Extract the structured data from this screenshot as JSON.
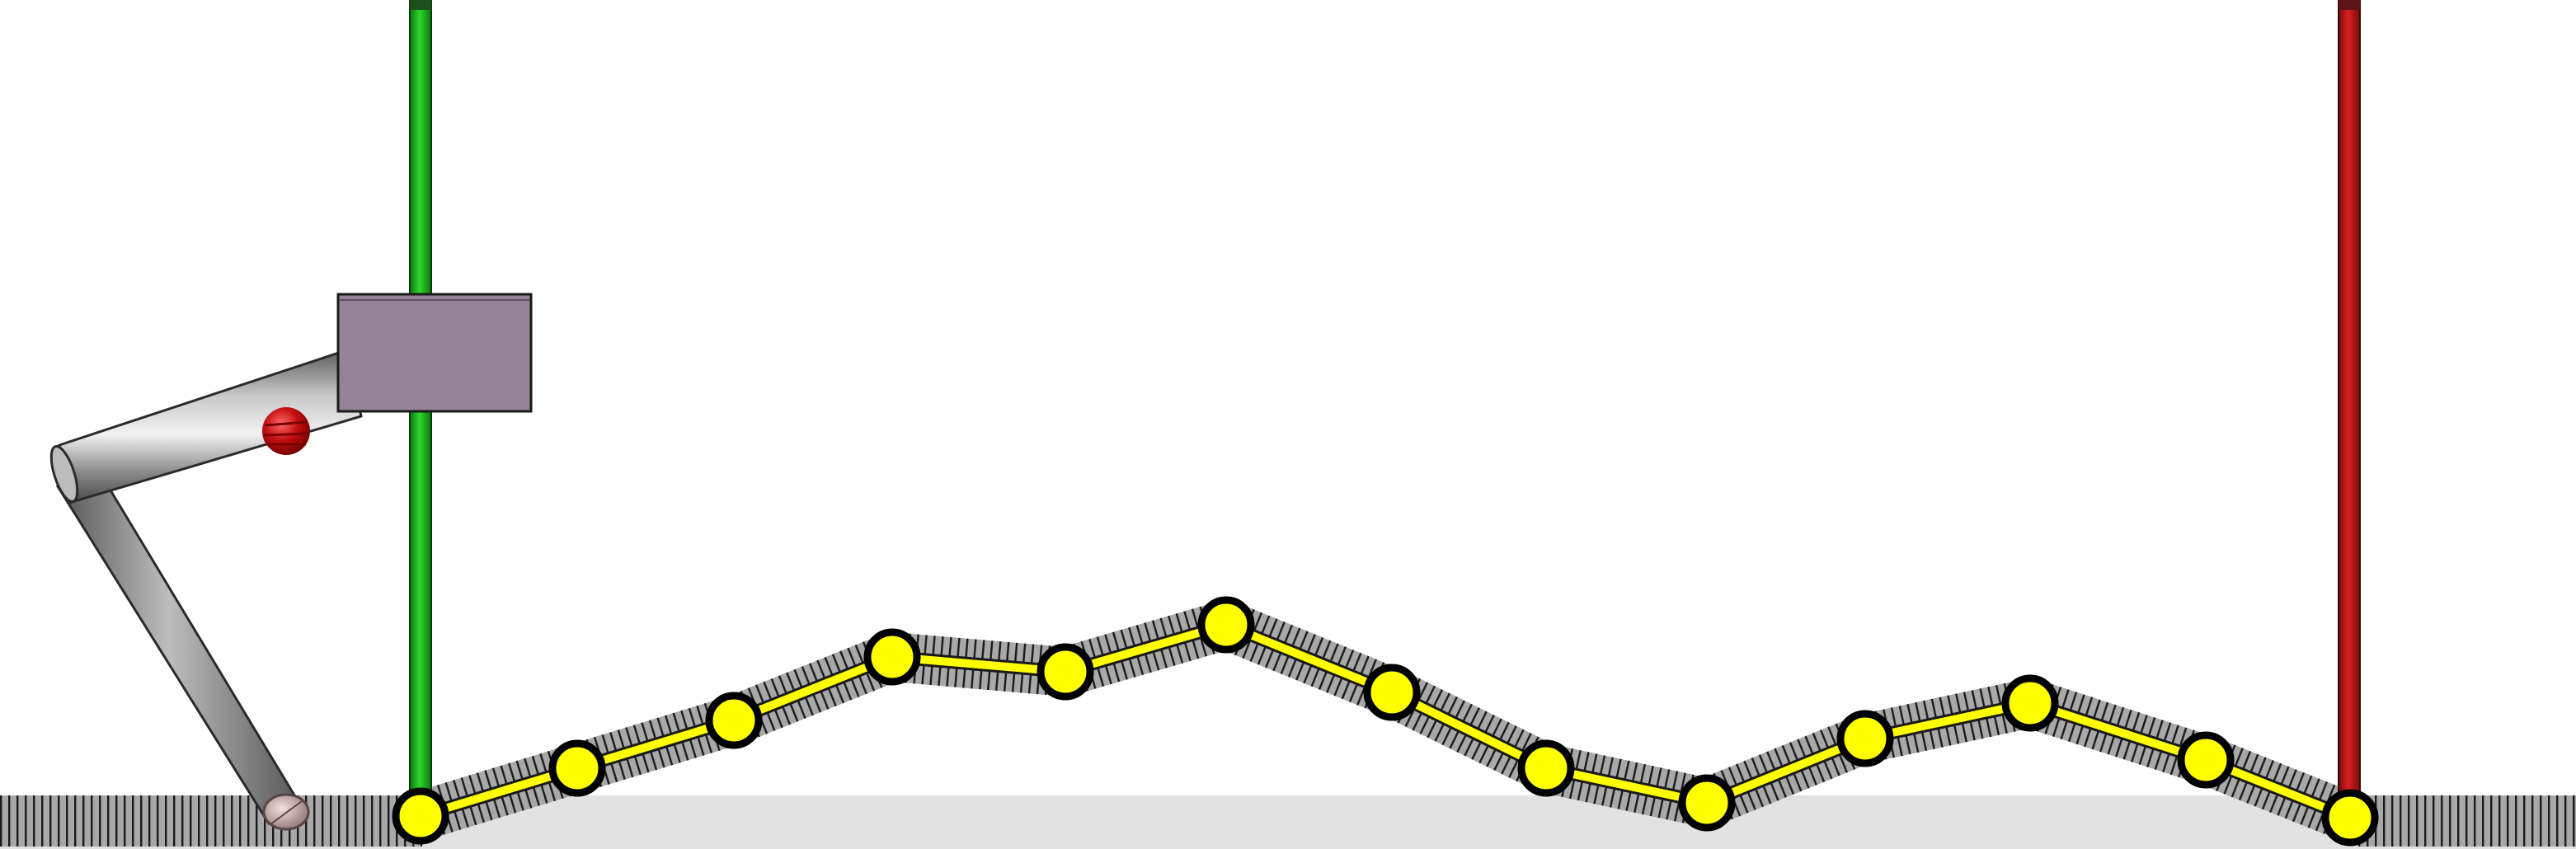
{
  "scene": {
    "type": "physics-simulation",
    "objects": [
      "ground",
      "rope",
      "green-pole",
      "red-pole",
      "slider-block",
      "upper-arm",
      "lower-arm",
      "shoulder-joint",
      "foot"
    ]
  },
  "colors": {
    "background": "#ffffff",
    "ground": "#e2e2e2",
    "rope_core": "#ffff00",
    "node_fill": "#ffff00",
    "node_stroke": "#000000",
    "ribbon": "#9a9a9a",
    "green_pole": "#1dbf1d",
    "red_pole": "#c81818",
    "block": "#948397",
    "joint": "#cc1111",
    "arm": "#8f8f8f"
  },
  "rope": {
    "node_count": 13
  }
}
